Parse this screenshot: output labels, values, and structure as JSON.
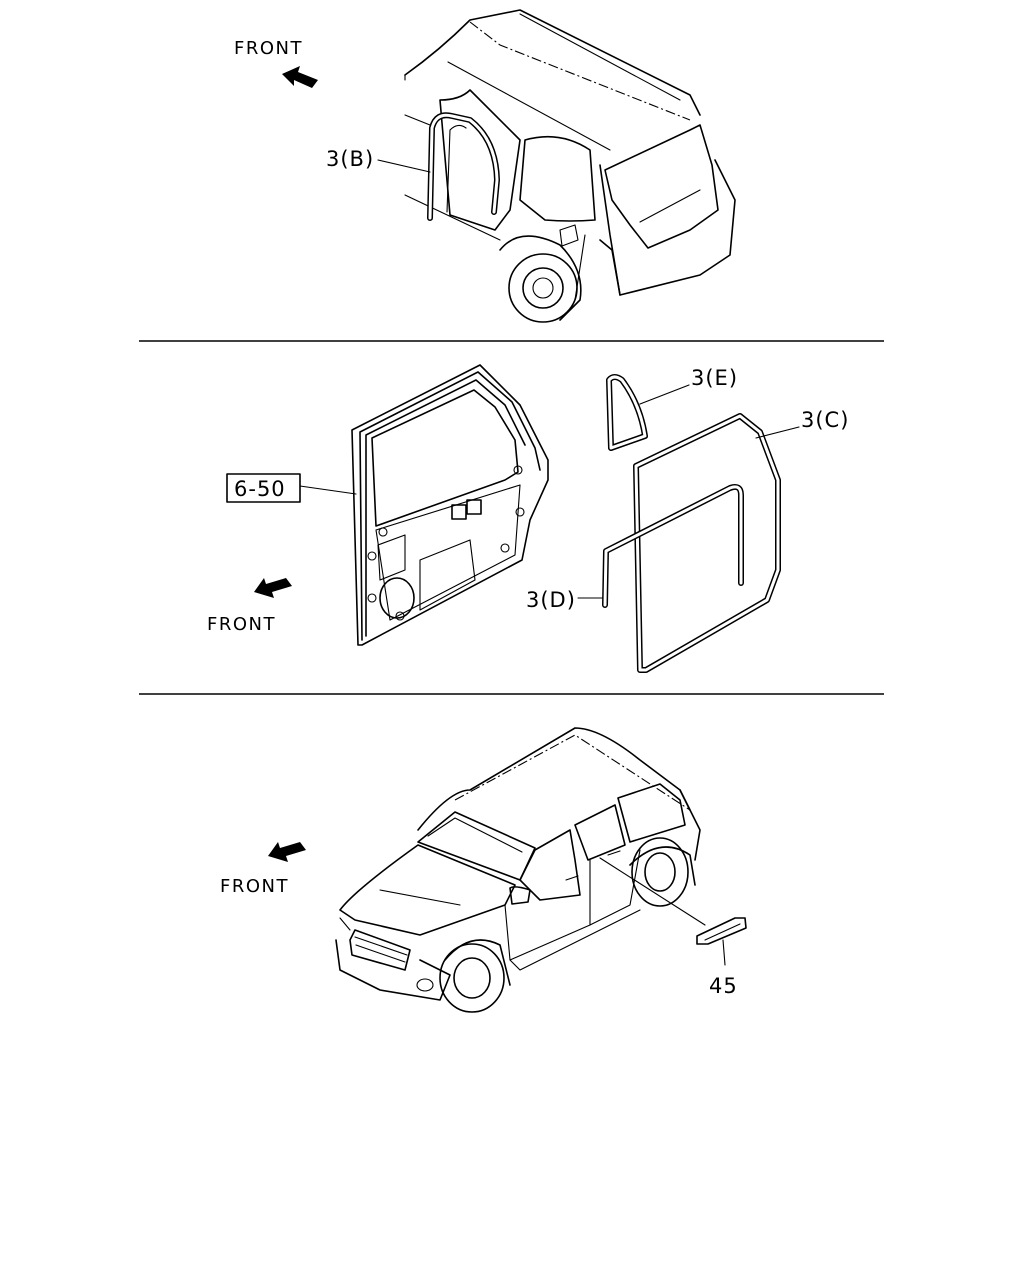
{
  "panels": {
    "top": {
      "front_label": "FRONT",
      "callouts": {
        "b": "3(B)"
      }
    },
    "middle": {
      "front_label": "FRONT",
      "callouts": {
        "ref_box": "6-50",
        "e": "3(E)",
        "c": "3(C)",
        "d": "3(D)"
      }
    },
    "bottom": {
      "front_label": "FRONT",
      "callouts": {
        "part": "45"
      }
    }
  }
}
